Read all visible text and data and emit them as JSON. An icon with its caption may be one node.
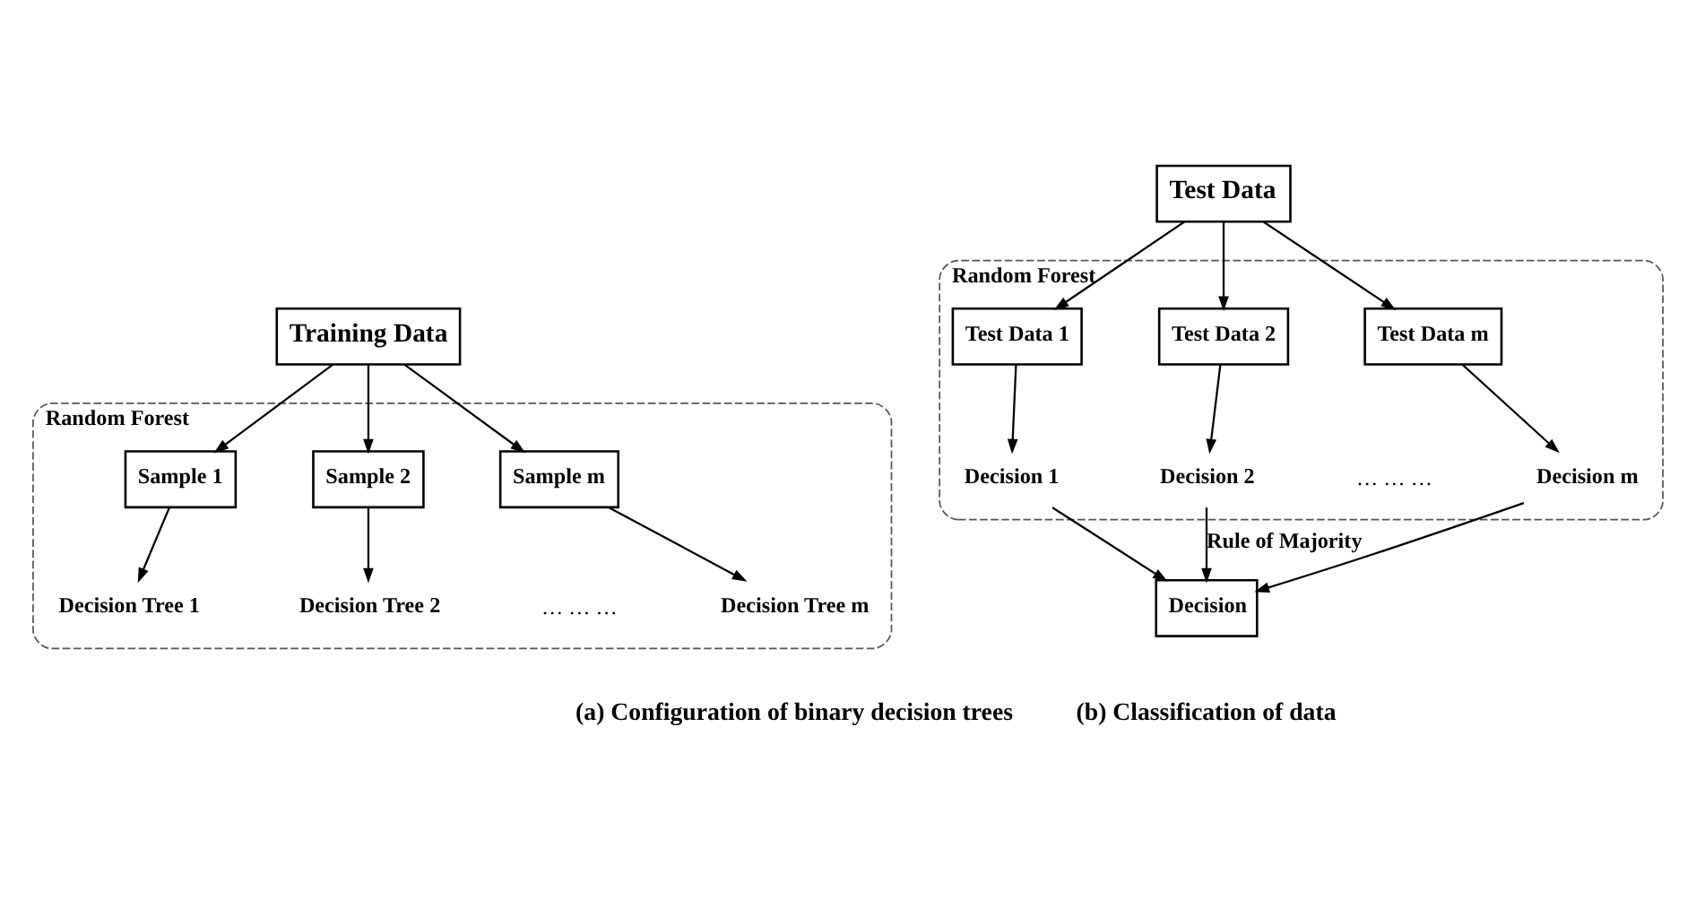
{
  "diagram": {
    "nodes": [
      {
        "text": [
          "Training Data"
        ]
      },
      {
        "text": [
          "Random Forest"
        ]
      },
      {
        "text": [
          "Sample 1"
        ],
        "in": 1
      },
      {
        "text": [
          "Sample 2"
        ],
        "in": 1
      },
      {
        "text": [
          "Sample m"
        ],
        "in": 1
      },
      {
        "text": [
          "Decision Tree 1"
        ],
        "in": 1
      },
      {
        "text": [
          "Decision Tree 2"
        ],
        "in": 1
      },
      {
        "text": [
          "Decision Tree m"
        ],
        "in": 1
      },
      {
        "text": [
          "Test Data"
        ]
      },
      {
        "text": [
          "Random Forest"
        ]
      },
      {
        "text": [
          "Test Data 1"
        ],
        "in": 9
      },
      {
        "text": [
          "Test Data 2"
        ],
        "in": 9
      },
      {
        "text": [
          "Test Data m"
        ],
        "in": 9
      },
      {
        "text": [
          "Decision 1"
        ],
        "in": 9
      },
      {
        "text": [
          "Decision 2"
        ],
        "in": 9
      },
      {
        "text": [
          "Decision m"
        ],
        "in": 9
      },
      {
        "text": [
          "Decision"
        ]
      }
    ],
    "edges": [
      {
        "from": 0,
        "to": 2,
        "arrow": "to"
      },
      {
        "from": 0,
        "to": 3,
        "arrow": "to"
      },
      {
        "from": 0,
        "to": 4,
        "arrow": "to"
      },
      {
        "from": 2,
        "to": 5,
        "arrow": "to"
      },
      {
        "from": 3,
        "to": 6,
        "arrow": "to"
      },
      {
        "from": 4,
        "to": 7,
        "arrow": "to"
      },
      {
        "from": 8,
        "to": 10,
        "arrow": "to"
      },
      {
        "from": 8,
        "to": 11,
        "arrow": "to"
      },
      {
        "from": 8,
        "to": 12,
        "arrow": "to"
      },
      {
        "from": 10,
        "to": 13,
        "arrow": "to"
      },
      {
        "from": 11,
        "to": 14,
        "arrow": "to"
      },
      {
        "from": 12,
        "to": 15,
        "arrow": "to"
      },
      {
        "from": 13,
        "to": 16,
        "arrow": "to"
      },
      {
        "from": 14,
        "to": 16,
        "arrow": "to",
        "label": "Rule of Majority"
      },
      {
        "from": 15,
        "to": 16,
        "arrow": "to"
      }
    ],
    "labels": [
      "… … …",
      "… … …",
      "(a) Configuration of binary decision trees",
      "(b) Classification of data"
    ]
  }
}
